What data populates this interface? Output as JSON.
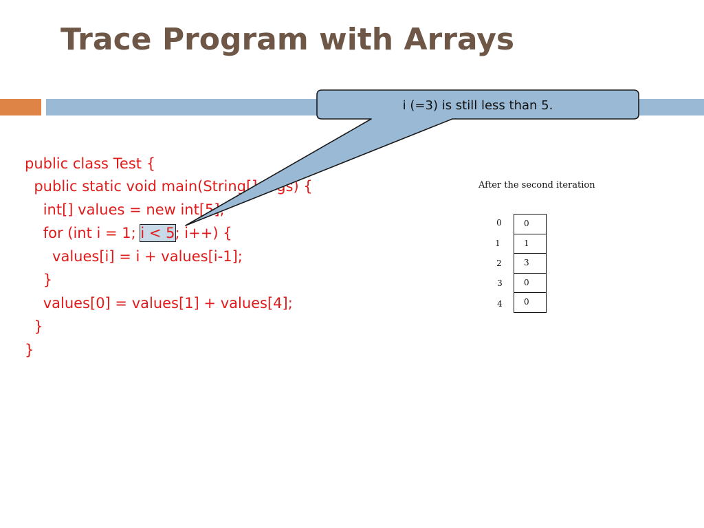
{
  "slide": {
    "title": "Trace Program with Arrays"
  },
  "code": {
    "line1": "public class Test {",
    "line2": "  public static void main(String[] args) {",
    "line3": "    int[] values = new int[5];",
    "line4_before": "    for (int i = 1; ",
    "line4_highlight": "i < 5",
    "line4_after": "; i++) {",
    "line5": "      values[i] = i + values[i-1];",
    "line6": "    }",
    "line7": "    values[0] = values[1] + values[4];",
    "line8": "  }",
    "line9": "}"
  },
  "callout": {
    "text": "i (=3) is still less than 5."
  },
  "array": {
    "caption": "After the second iteration",
    "indices": [
      "0",
      "1",
      "2",
      "3",
      "4"
    ],
    "values": [
      "0",
      "1",
      "3",
      "0",
      "0"
    ]
  },
  "colors": {
    "title": "#6e5746",
    "code": "#e01b1b",
    "accent_orange": "#de8446",
    "accent_blue": "#9ab9d5"
  }
}
